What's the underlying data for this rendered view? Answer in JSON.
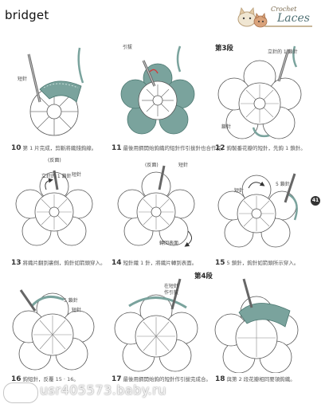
{
  "header": {
    "username": "bridget",
    "brand_small": "Crochet",
    "brand_large": "Laces"
  },
  "page_number": "41",
  "section_labels": {
    "row3": "第3段",
    "row4": "第4段"
  },
  "colors": {
    "yarn_green": "#7aa39d",
    "outline": "#555555",
    "arrow": "#333333"
  },
  "panels": [
    {
      "num": "10",
      "caption": "第 1 片完成，剪斷將織錢鉤線。",
      "labels": [
        "短針"
      ]
    },
    {
      "num": "11",
      "caption": "最後用鋼開始鉤織的短針作引拔針也合作品。",
      "labels": [
        "引拔"
      ]
    },
    {
      "num": "12",
      "caption": "鉤製番花瓣的短針，先鉤 1 鎖針。",
      "labels": [
        "立針的 1 鎖針",
        "鎖針"
      ]
    },
    {
      "num": "13",
      "caption": "將織片翻到裏側，鉤針如箭頭穿入。",
      "labels": [
        "(反面)",
        "立針的 1 鎖針",
        "短針"
      ]
    },
    {
      "num": "14",
      "caption": "短針織 1 針，將織片轉到表面。",
      "labels": [
        "(反面)",
        "短針",
        "轉回表面"
      ]
    },
    {
      "num": "15",
      "caption": "5 鎖針，鉤針如箭頭所示穿入。",
      "labels": [
        "5 鎖針",
        "短針"
      ]
    },
    {
      "num": "16",
      "caption": "鉤短針，反覆 15 · 16。",
      "labels": [
        "5 鎖針",
        "短針"
      ]
    },
    {
      "num": "17",
      "caption": "最後用鋼開始鉤的短針作引拔完成合。",
      "labels": [
        "在短針",
        "作引拔"
      ]
    },
    {
      "num": "18",
      "caption": "與第 2 段花瓣相同要領鉤織。",
      "labels": []
    }
  ],
  "watermark": "usr405573.baby.ru"
}
